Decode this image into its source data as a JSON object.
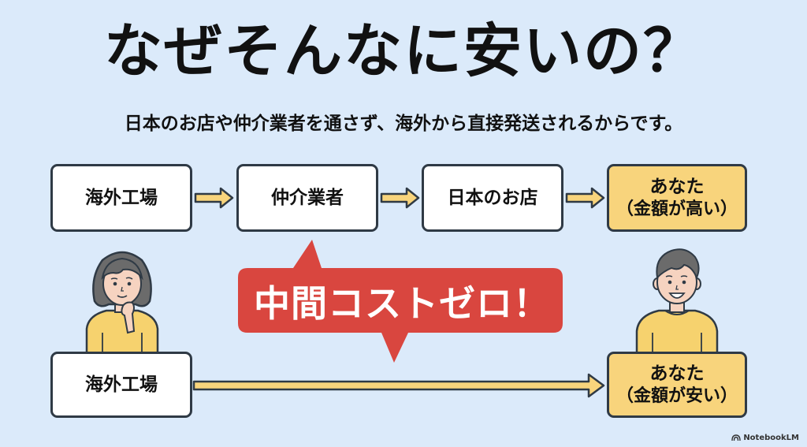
{
  "title": "なぜそんなに安いの？",
  "subtitle": "日本のお店や仲介業者を通さず、海外から直接発送されるからです。",
  "top_flow": {
    "nodes": [
      {
        "label": "海外工場",
        "style": "white"
      },
      {
        "label": "仲介業者",
        "style": "white"
      },
      {
        "label": "日本のお店",
        "style": "white"
      },
      {
        "label": "あなた",
        "sublabel": "（金額が高い）",
        "style": "yellow"
      }
    ]
  },
  "bottom_flow": {
    "nodes": [
      {
        "label": "海外工場",
        "style": "white"
      },
      {
        "label": "あなた",
        "sublabel": "（金額が安い）",
        "style": "yellow"
      }
    ]
  },
  "callout": {
    "text": "中間コストゼロ！",
    "color": "#d9463f"
  },
  "characters": {
    "left": "thinking-woman",
    "right": "smiling-man"
  },
  "colors": {
    "background": "#dbeafa",
    "arrow_fill": "#f8d47c",
    "border": "#2f3a45",
    "yellow_box": "#f8d47c",
    "shirt": "#f6d26e",
    "skin": "#f6d3c0",
    "hair": "#6b6b6b"
  },
  "brand": {
    "label": "NotebookLM"
  }
}
